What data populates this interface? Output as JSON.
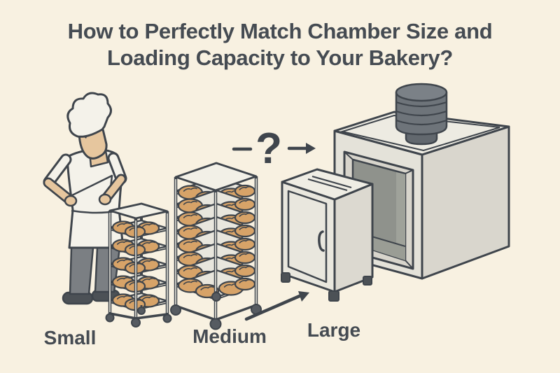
{
  "title": {
    "line1": "How to Perfectly Match Chamber Size and",
    "line2": "Loading Capacity to Your Bakery?"
  },
  "size_labels": {
    "small": "Small",
    "medium": "Medium",
    "large": "Large"
  },
  "question_mark": "?",
  "racks": {
    "small": {
      "shelf_count": 5,
      "loaves_per_shelf": 3
    },
    "medium": {
      "shelf_count": 8,
      "loaves_per_shelf": 4
    }
  },
  "colors": {
    "background": "#f8f1e1",
    "outline": "#3f454c",
    "text": "#454b52",
    "bread": "#d7a368",
    "skin": "#e6c69e",
    "chef_white": "#f4f2ea",
    "rack_shelf": "#e8e6dd",
    "rack_top": "#f2f0e7",
    "wheel": "#565b61",
    "oven_front": "#e4e2d9",
    "oven_side": "#d9d6cd",
    "oven_top": "#edebe2",
    "oven_interior": "#8f928c",
    "chimney": "#6e747a",
    "pants": "#7b7f83",
    "shoes": "#4c5156"
  }
}
